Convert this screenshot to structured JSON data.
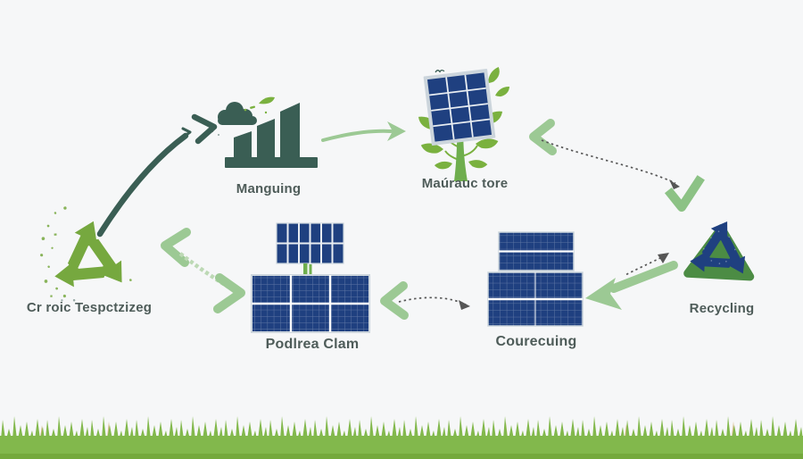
{
  "diagram": {
    "nodes": {
      "raw_material": {
        "label": "Cr roic Tespctzizeg",
        "icon": "recycle-symbol-icon"
      },
      "factory": {
        "label": "Manguing",
        "icon": "factory-icon"
      },
      "installation": {
        "label": "Maúrauc tore",
        "icon": "solar-panel-plant-icon"
      },
      "recycling": {
        "label": "Recycling",
        "icon": "solar-recycle-icon"
      },
      "collection": {
        "label": "Courecuing",
        "icon": "stacked-solar-panels-icon"
      },
      "production": {
        "label": "Podlrea Clam",
        "icon": "solar-array-icon"
      }
    },
    "colors": {
      "background": "#f6f7f8",
      "dark_green": "#3a5e54",
      "recycle_green": "#76a83f",
      "leaf_green": "#7ab13f",
      "trunk_green": "#6fae4e",
      "arrow_green": "#9cc994",
      "arrow_green_pale": "#bdd9b5",
      "panel_blue": "#1f4080",
      "panel_grid": "#e8edf2",
      "panel_frame": "#ccd5dc",
      "triangle_green": "#4c8c44",
      "dotted_gray": "#565656",
      "check_green": "#8cc285",
      "text": "#4e5c59",
      "grass_green": "#82b84c",
      "grass_dark": "#74a93c",
      "tan_blade": "#c9a967"
    }
  }
}
